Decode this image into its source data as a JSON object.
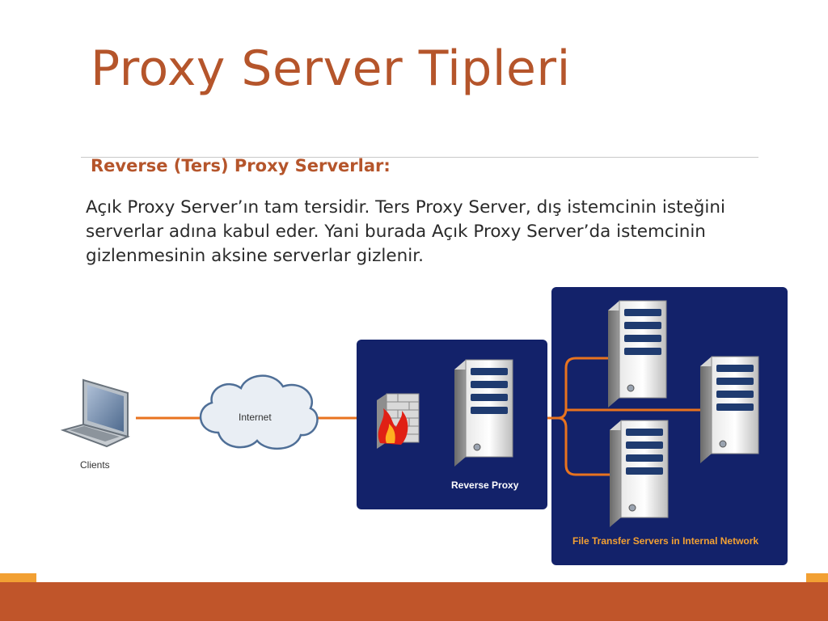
{
  "slide": {
    "title": "Proxy Server Tipleri",
    "subtitle": "Reverse (Ters) Proxy Serverlar:",
    "body": "Açık Proxy Server’ın tam tersidir. Ters Proxy Server, dış istemcinin isteğini serverlar adına kabul eder. Yani burada Açık Proxy Server’da istemcinin gizlenmesinin aksine serverlar gizlenir."
  },
  "diagram": {
    "clients_label": "Clients",
    "internet_label": "Internet",
    "reverse_proxy_label": "Reverse Proxy",
    "internal_network_label": "File Transfer Servers in Internal Network"
  },
  "colors": {
    "accent": "#b5552b",
    "footer": "#c0552a",
    "footer_notch": "#f2a033",
    "panel": "#13226a",
    "link": "#e8731f"
  }
}
